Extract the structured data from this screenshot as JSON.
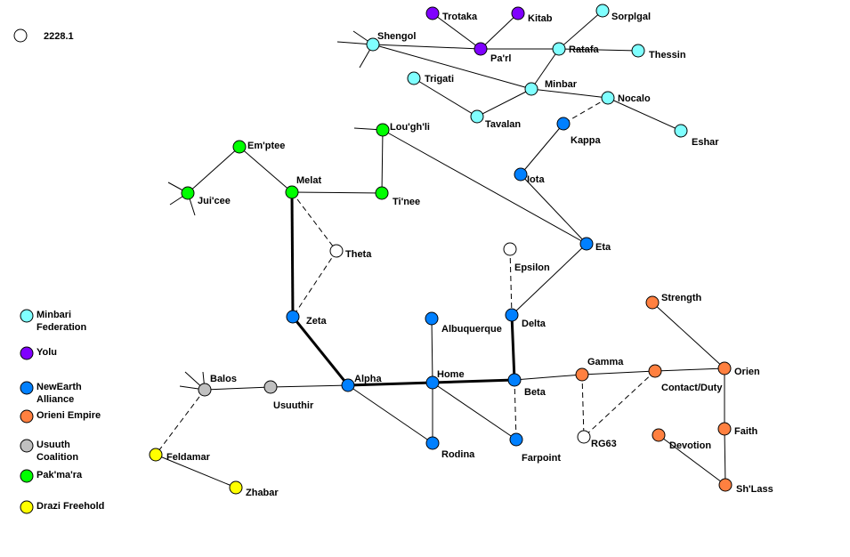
{
  "stamp": "2228.1",
  "factions": {
    "minbari": {
      "name": "Minbari Federation",
      "color": "#80ffff"
    },
    "yolu": {
      "name": "Yolu",
      "color": "#8000ff"
    },
    "newearth": {
      "name": "NewEarth Alliance",
      "color": "#0080ff"
    },
    "orieni": {
      "name": "Orieni Empire",
      "color": "#ff8040"
    },
    "usuuth": {
      "name": "Usuuth Coalition",
      "color": "#c0c0c0"
    },
    "pakmara": {
      "name": "Pak'ma'ra",
      "color": "#00ff00"
    },
    "drazi": {
      "name": "Drazi Freehold",
      "color": "#ffff00"
    },
    "neutral": {
      "name": "",
      "color": "#ffffff"
    }
  },
  "legend": [
    {
      "faction": "minbari",
      "label": "Minbari Federation"
    },
    {
      "faction": "yolu",
      "label": "Yolu"
    },
    {
      "faction": "newearth",
      "label": "NewEarth Alliance"
    },
    {
      "faction": "orieni",
      "label": "Orieni Empire"
    },
    {
      "faction": "usuuth",
      "label": "Usuuth Coalition"
    },
    {
      "faction": "pakmara",
      "label": "Pak'ma'ra"
    },
    {
      "faction": "drazi",
      "label": "Drazi Freehold"
    }
  ],
  "systems": [
    {
      "id": "trotaka",
      "name": "Trotaka",
      "faction": "yolu"
    },
    {
      "id": "kitab",
      "name": "Kitab",
      "faction": "yolu"
    },
    {
      "id": "parl",
      "name": "Pa'rl",
      "faction": "yolu"
    },
    {
      "id": "sorplgal",
      "name": "Sorplgal",
      "faction": "minbari"
    },
    {
      "id": "shengol",
      "name": "Shengol",
      "faction": "minbari"
    },
    {
      "id": "ratafa",
      "name": "Ratafa",
      "faction": "minbari"
    },
    {
      "id": "thessin",
      "name": "Thessin",
      "faction": "minbari"
    },
    {
      "id": "trigati",
      "name": "Trigati",
      "faction": "minbari"
    },
    {
      "id": "minbar",
      "name": "Minbar",
      "faction": "minbari"
    },
    {
      "id": "nocalo",
      "name": "Nocalo",
      "faction": "minbari"
    },
    {
      "id": "tavalan",
      "name": "Tavalan",
      "faction": "minbari"
    },
    {
      "id": "eshar",
      "name": "Eshar",
      "faction": "minbari"
    },
    {
      "id": "loughli",
      "name": "Lou'gh'li",
      "faction": "pakmara"
    },
    {
      "id": "kappa",
      "name": "Kappa",
      "faction": "newearth"
    },
    {
      "id": "emptee",
      "name": "Em'ptee",
      "faction": "pakmara"
    },
    {
      "id": "melat",
      "name": "Melat",
      "faction": "pakmara"
    },
    {
      "id": "iota",
      "name": "Iota",
      "faction": "newearth"
    },
    {
      "id": "juicee",
      "name": "Jui'cee",
      "faction": "pakmara"
    },
    {
      "id": "tinee",
      "name": "Ti'nee",
      "faction": "pakmara"
    },
    {
      "id": "eta",
      "name": "Eta",
      "faction": "newearth"
    },
    {
      "id": "theta",
      "name": "Theta",
      "faction": "neutral"
    },
    {
      "id": "epsilon",
      "name": "Epsilon",
      "faction": "neutral"
    },
    {
      "id": "strength",
      "name": "Strength",
      "faction": "orieni"
    },
    {
      "id": "zeta",
      "name": "Zeta",
      "faction": "newearth"
    },
    {
      "id": "albuquerque",
      "name": "Albuquerque",
      "faction": "newearth"
    },
    {
      "id": "delta",
      "name": "Delta",
      "faction": "newearth"
    },
    {
      "id": "alpha",
      "name": "Alpha",
      "faction": "newearth"
    },
    {
      "id": "home",
      "name": "Home",
      "faction": "newearth"
    },
    {
      "id": "beta",
      "name": "Beta",
      "faction": "newearth"
    },
    {
      "id": "gamma",
      "name": "Gamma",
      "faction": "orieni"
    },
    {
      "id": "contact",
      "name": "Contact/Duty",
      "faction": "orieni"
    },
    {
      "id": "orien",
      "name": "Orien",
      "faction": "orieni"
    },
    {
      "id": "balos",
      "name": "Balos",
      "faction": "usuuth"
    },
    {
      "id": "usuuthir",
      "name": "Usuuthir",
      "faction": "usuuth"
    },
    {
      "id": "rodina",
      "name": "Rodina",
      "faction": "newearth"
    },
    {
      "id": "farpoint",
      "name": "Farpoint",
      "faction": "newearth"
    },
    {
      "id": "rg63",
      "name": "RG63",
      "faction": "neutral"
    },
    {
      "id": "faith",
      "name": "Faith",
      "faction": "orieni"
    },
    {
      "id": "devotion",
      "name": "Devotion",
      "faction": "orieni"
    },
    {
      "id": "feldamar",
      "name": "Feldamar",
      "faction": "drazi"
    },
    {
      "id": "zhabar",
      "name": "Zhabar",
      "faction": "drazi"
    },
    {
      "id": "shlass",
      "name": "Sh'Lass",
      "faction": "orieni"
    }
  ],
  "links": [
    {
      "from": "trotaka",
      "to": "parl",
      "style": "solid"
    },
    {
      "from": "kitab",
      "to": "parl",
      "style": "solid"
    },
    {
      "from": "shengol",
      "to": "parl",
      "style": "solid"
    },
    {
      "from": "parl",
      "to": "ratafa",
      "style": "solid"
    },
    {
      "from": "ratafa",
      "to": "sorplgal",
      "style": "solid"
    },
    {
      "from": "ratafa",
      "to": "thessin",
      "style": "solid"
    },
    {
      "from": "ratafa",
      "to": "minbar",
      "style": "solid"
    },
    {
      "from": "shengol",
      "to": "minbar",
      "style": "solid"
    },
    {
      "from": "minbar",
      "to": "tavalan",
      "style": "solid"
    },
    {
      "from": "trigati",
      "to": "tavalan",
      "style": "solid"
    },
    {
      "from": "minbar",
      "to": "nocalo",
      "style": "solid"
    },
    {
      "from": "nocalo",
      "to": "eshar",
      "style": "solid"
    },
    {
      "from": "nocalo",
      "to": "kappa",
      "style": "dashed"
    },
    {
      "from": "kappa",
      "to": "iota",
      "style": "solid"
    },
    {
      "from": "iota",
      "to": "eta",
      "style": "solid"
    },
    {
      "from": "loughli",
      "to": "eta",
      "style": "solid"
    },
    {
      "from": "loughli",
      "to": "tinee",
      "style": "solid"
    },
    {
      "from": "melat",
      "to": "tinee",
      "style": "solid"
    },
    {
      "from": "emptee",
      "to": "melat",
      "style": "solid"
    },
    {
      "from": "emptee",
      "to": "juicee",
      "style": "solid"
    },
    {
      "from": "melat",
      "to": "theta",
      "style": "dashed"
    },
    {
      "from": "theta",
      "to": "zeta",
      "style": "dashed"
    },
    {
      "from": "melat",
      "to": "zeta",
      "style": "bold"
    },
    {
      "from": "zeta",
      "to": "alpha",
      "style": "bold"
    },
    {
      "from": "alpha",
      "to": "home",
      "style": "bold"
    },
    {
      "from": "home",
      "to": "beta",
      "style": "bold"
    },
    {
      "from": "beta",
      "to": "delta",
      "style": "bold"
    },
    {
      "from": "delta",
      "to": "eta",
      "style": "solid"
    },
    {
      "from": "epsilon",
      "to": "delta",
      "style": "dashed"
    },
    {
      "from": "home",
      "to": "albuquerque",
      "style": "solid"
    },
    {
      "from": "home",
      "to": "rodina",
      "style": "solid"
    },
    {
      "from": "home",
      "to": "farpoint",
      "style": "solid"
    },
    {
      "from": "alpha",
      "to": "rodina",
      "style": "solid"
    },
    {
      "from": "beta",
      "to": "farpoint",
      "style": "dashed"
    },
    {
      "from": "alpha",
      "to": "usuuthir",
      "style": "solid"
    },
    {
      "from": "usuuthir",
      "to": "balos",
      "style": "solid"
    },
    {
      "from": "balos",
      "to": "feldamar",
      "style": "dashed"
    },
    {
      "from": "feldamar",
      "to": "zhabar",
      "style": "solid"
    },
    {
      "from": "beta",
      "to": "gamma",
      "style": "solid"
    },
    {
      "from": "gamma",
      "to": "contact",
      "style": "solid"
    },
    {
      "from": "contact",
      "to": "orien",
      "style": "solid"
    },
    {
      "from": "strength",
      "to": "orien",
      "style": "solid"
    },
    {
      "from": "gamma",
      "to": "rg63",
      "style": "dashed"
    },
    {
      "from": "contact",
      "to": "rg63",
      "style": "dashed"
    },
    {
      "from": "orien",
      "to": "faith",
      "style": "solid"
    },
    {
      "from": "faith",
      "to": "shlass",
      "style": "solid"
    },
    {
      "from": "devotion",
      "to": "shlass",
      "style": "solid"
    }
  ],
  "stubs": [
    "shengol",
    "loughli",
    "juicee",
    "balos"
  ]
}
